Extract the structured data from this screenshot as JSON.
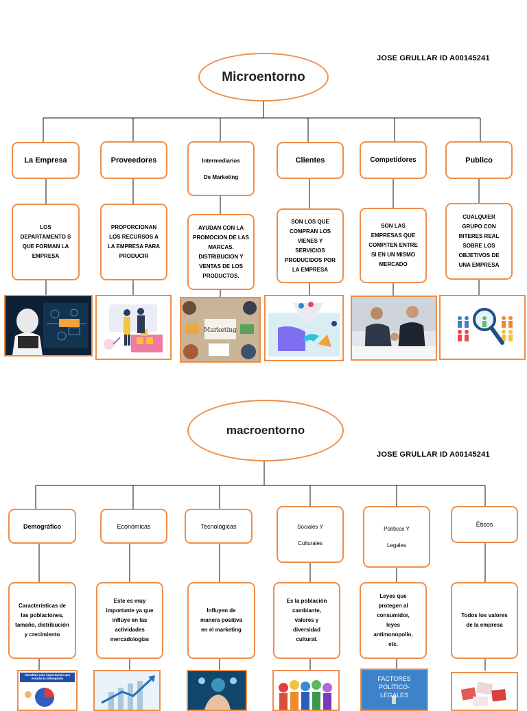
{
  "micro": {
    "title": "Microentorno",
    "author": "JOSE GRULLAR ID A00145241",
    "categories": [
      {
        "label": "La Empresa",
        "desc": "LOS DEPARTAMENTO S QUE FORMAN LA EMPRESA",
        "icon": "marketing-laptop-icon"
      },
      {
        "label": "Proveedores",
        "desc": "PROPORCIONAN LOS RECURSOS A LA EMPRESA PARA PRODUCIR",
        "icon": "suppliers-handshake-icon"
      },
      {
        "label": "Intermediarios De Marketing",
        "desc": "AYUDAN CON LA PROMOCION DE LAS MARCAS. DISTRIBUCION Y VENTAS DE LOS PRODUCTOS.",
        "icon": "marketing-team-icon"
      },
      {
        "label": "Clientes",
        "desc": "SON LOS QUE COMPRAN LOS VIENES Y SERVICIOS PRODUCIDOS POR LA EMPRESA",
        "icon": "customers-funnel-icon"
      },
      {
        "label": "Competidores",
        "desc": "SON LAS EMPRESAS QUE COMPITEN ENTRE SI EN UN MISMO MERCADO",
        "icon": "arm-wrestling-icon"
      },
      {
        "label": "Publico",
        "desc": "CUALQUIER GRUPO CON INTERES REAL SOBRE LOS OBJETIVOS DE UNA EMPRESA",
        "icon": "magnifier-people-icon"
      }
    ]
  },
  "macro": {
    "title": "macroentorno",
    "author": "JOSE GRULLAR ID A00145241",
    "categories": [
      {
        "label": "Demográfico",
        "desc": "Características de las poblaciones, tamaño, distribución y crecimiento",
        "icon": "demography-chart-icon",
        "img_text": "Variables más importantes que estudia la demografía"
      },
      {
        "label": "Económicas",
        "desc": "Este es muy importante ya que influye en las actividades mercadologías",
        "icon": "economy-growth-icon"
      },
      {
        "label": "Tecnológicas",
        "desc": "Influyen de manera positiva en el marketing",
        "icon": "technology-hand-icon"
      },
      {
        "label": "Sociales Y Culturales",
        "desc": "Es la población cambiante, valores y diversidad cultural.",
        "icon": "culture-crowd-icon"
      },
      {
        "label": "Políticos Y Legales",
        "desc": "Leyes que protegen al consumidor, leyes antimonopolio, etc.",
        "icon": "political-legal-icon",
        "img_text": "FACTORES POLÍTICO-LEGALES"
      },
      {
        "label": "Éticos",
        "desc": "Todos los valores de la empresa",
        "icon": "ethics-puzzle-icon"
      }
    ]
  },
  "colors": {
    "border": "#ee8e4a",
    "line": "#000000"
  }
}
